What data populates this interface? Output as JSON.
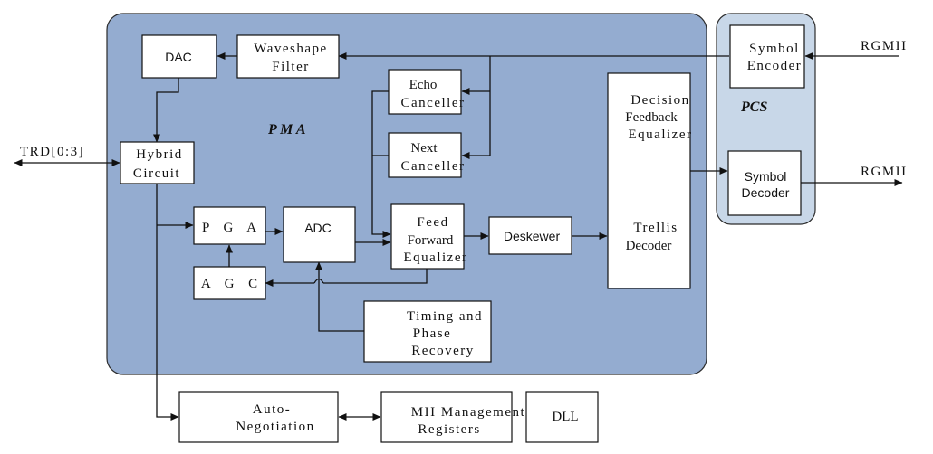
{
  "regions": {
    "pma": "P M A",
    "pcs": "PCS"
  },
  "blocks": {
    "dac": [
      "DAC"
    ],
    "waveshape_filter": [
      "Waveshape",
      "Filter"
    ],
    "echo_canceller": [
      "Echo",
      "Canceller"
    ],
    "next_canceller": [
      "Next",
      "Canceller"
    ],
    "hybrid_circuit": [
      "Hybrid",
      "Circuit"
    ],
    "pga": [
      "P G A"
    ],
    "adc": [
      "ADC"
    ],
    "agc": [
      "A G C"
    ],
    "ffe": [
      "Feed",
      "Forward",
      "Equalizer"
    ],
    "deskewer": [
      "Deskewer"
    ],
    "dfe": [
      "Decision",
      "Feedback",
      "Equalizer"
    ],
    "trellis": [
      "Trellis",
      "Decoder"
    ],
    "timing": [
      "Timing and",
      "Phase",
      "Recovery"
    ],
    "symbol_encoder": [
      "Symbol",
      "Encoder"
    ],
    "symbol_decoder": [
      "Symbol",
      "Decoder"
    ],
    "auto_negotiation": [
      "Auto-",
      "Negotiation"
    ],
    "mii_registers": [
      "MII Management",
      "Registers"
    ],
    "dll": [
      "DLL"
    ]
  },
  "ports": {
    "trd": "TRD[0:3]",
    "rgmii_in": "RGMII",
    "rgmii_out": "RGMII"
  }
}
